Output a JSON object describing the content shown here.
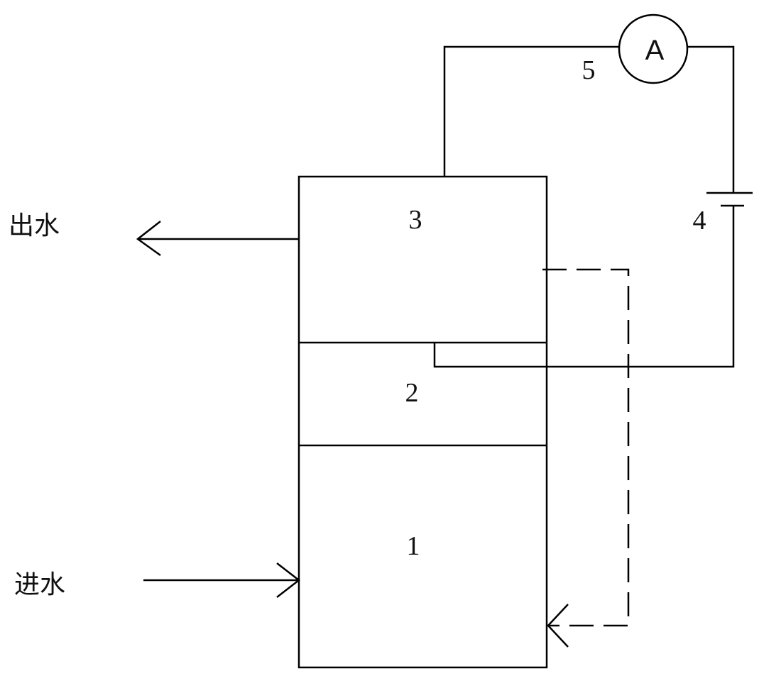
{
  "labels": {
    "outlet": "出水",
    "inlet": "进水",
    "chamber_1": "1",
    "chamber_2": "2",
    "chamber_3": "3",
    "battery": "4",
    "meter_number": "5",
    "meter_symbol": "A"
  },
  "colors": {
    "line": "#000000",
    "background": "#ffffff"
  }
}
